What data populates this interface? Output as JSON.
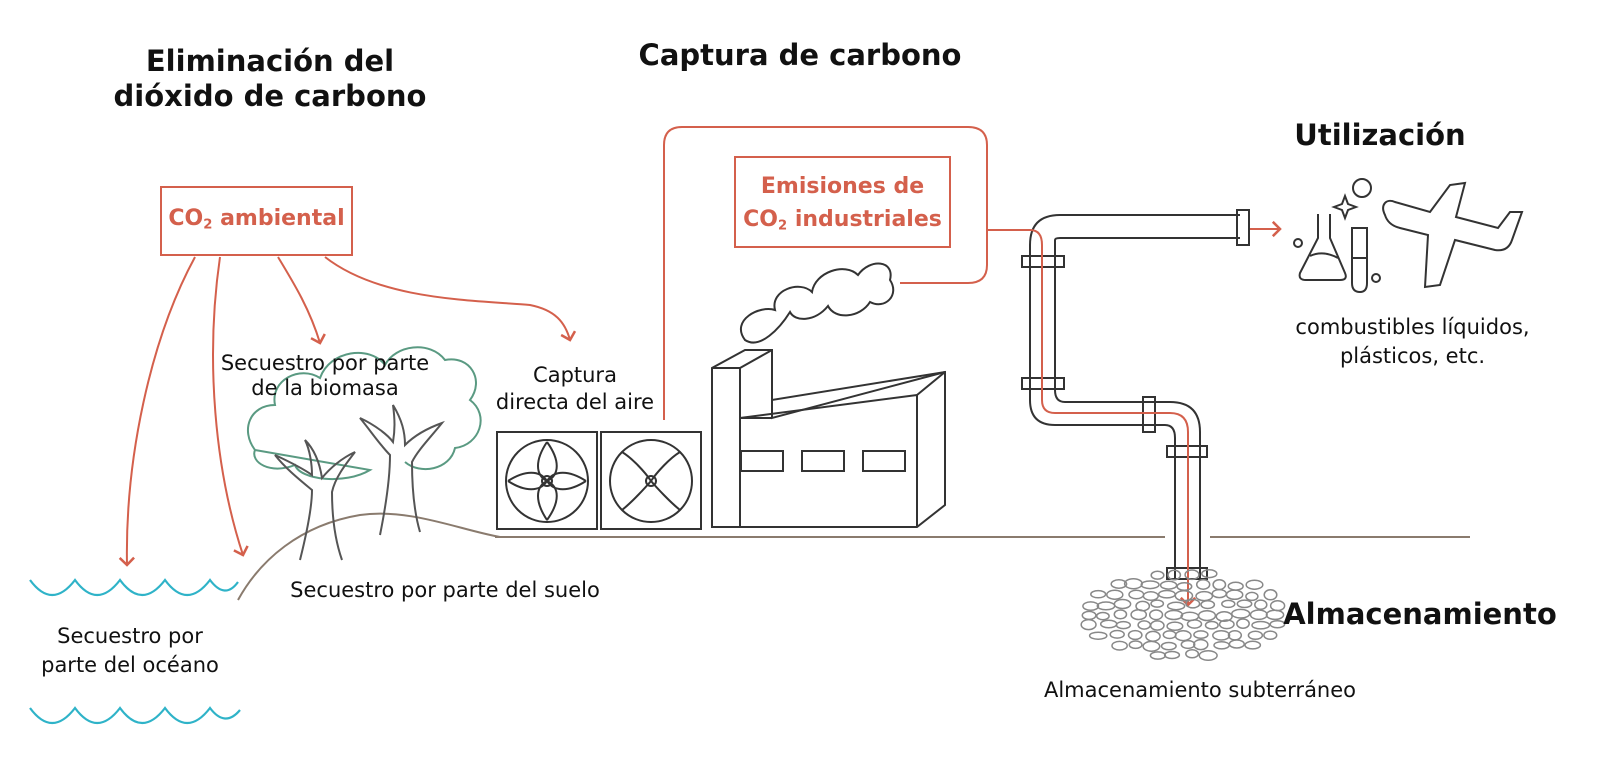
{
  "headings": {
    "removal": [
      "Eliminación del",
      "dióxido de carbono"
    ],
    "capture": "Captura de carbono",
    "utilization": "Utilización",
    "storage": "Almacenamiento"
  },
  "boxes": {
    "ambient": {
      "pre": "CO",
      "sub": "2",
      "post": " ambiental"
    },
    "industrial": {
      "line1": "Emisiones de",
      "pre": "CO",
      "sub": "2",
      "post": " industriales"
    }
  },
  "labels": {
    "biomass": [
      "Secuestro por parte",
      "de la biomasa"
    ],
    "direct_air": [
      "Captura",
      "directa del aire"
    ],
    "soil": "Secuestro por parte del suelo",
    "ocean": [
      "Secuestro por",
      "parte del océano"
    ],
    "products": [
      "combustibles líquidos,",
      "plásticos, etc."
    ],
    "underground": "Almacenamiento subterráneo"
  },
  "colors": {
    "accent_red": "#d4604c",
    "tree_green": "#5a9a82",
    "water_blue": "#2fb3c8",
    "line_dark": "#333333",
    "soil_brown": "#8a7b6e"
  }
}
